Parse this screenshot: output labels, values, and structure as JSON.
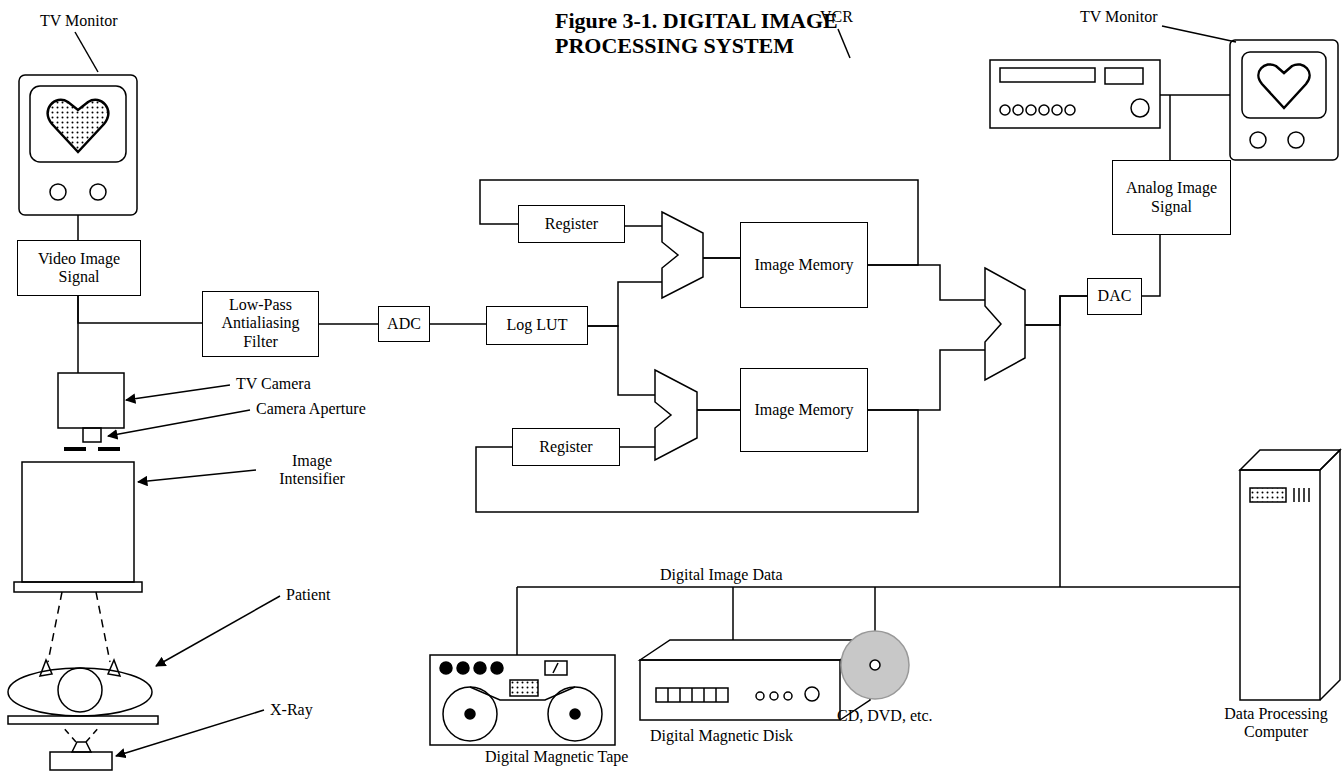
{
  "diagram": {
    "title": "Figure 3-1. DIGITAL IMAGE PROCESSING SYSTEM",
    "nodes": [
      {
        "text": [
          "Video Image Signal"
        ]
      },
      {
        "text": [
          "Low-Pass Antialiasing Filter"
        ]
      },
      {
        "text": [
          "ADC"
        ]
      },
      {
        "text": [
          "Log LUT"
        ]
      },
      {
        "text": [
          "Register"
        ]
      },
      {
        "text": [
          "Image Memory"
        ]
      },
      {
        "text": [
          "Register"
        ]
      },
      {
        "text": [
          "Image Memory"
        ]
      },
      {
        "text": [
          "DAC"
        ]
      },
      {
        "text": [
          "Analog Image Signal"
        ]
      }
    ],
    "edges": [
      {
        "from": 0,
        "to": 1,
        "arrow": "none"
      },
      {
        "from": 1,
        "to": 2,
        "arrow": "none"
      },
      {
        "from": 2,
        "to": 3,
        "arrow": "none"
      },
      {
        "from": 3,
        "to": 5,
        "arrow": "none"
      },
      {
        "from": 4,
        "to": 5,
        "arrow": "none"
      },
      {
        "from": 5,
        "to": 4,
        "arrow": "none"
      },
      {
        "from": 3,
        "to": 7,
        "arrow": "none"
      },
      {
        "from": 6,
        "to": 7,
        "arrow": "none"
      },
      {
        "from": 7,
        "to": 6,
        "arrow": "none"
      },
      {
        "from": 5,
        "to": 8,
        "arrow": "none"
      },
      {
        "from": 7,
        "to": 8,
        "arrow": "none"
      },
      {
        "from": 8,
        "to": 9,
        "arrow": "none"
      }
    ],
    "labels": [
      "TV Monitor",
      "TV Camera",
      "Camera Aperture",
      "Image Intensifier",
      "Patient",
      "X-Ray",
      "VCR",
      "TV Monitor",
      "Digital Image Data",
      "Digital Magnetic Tape",
      "Digital Magnetic Disk",
      "CD, DVD, etc.",
      "Data Processing Computer"
    ]
  }
}
